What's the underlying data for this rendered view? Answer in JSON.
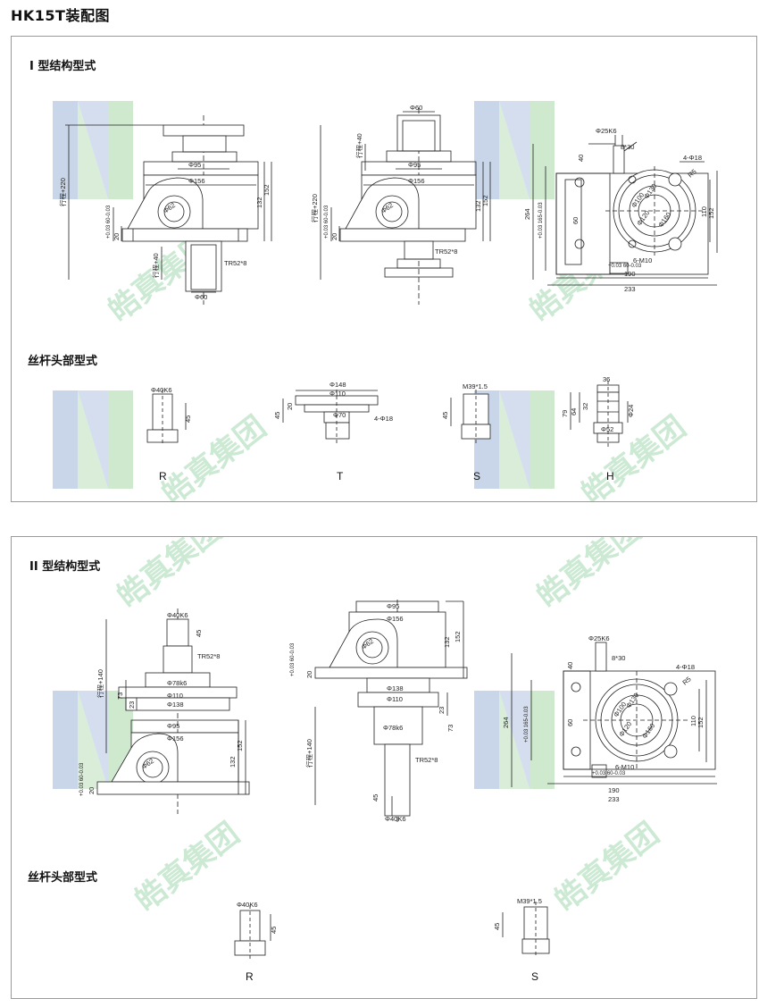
{
  "title": "HK15T装配图",
  "watermark": "皓真集团",
  "panel1": {
    "heading": "I 型结构型式",
    "head_heading": "丝杆头部型式",
    "head_labels": [
      "R",
      "T",
      "S",
      "H"
    ],
    "view1": {
      "d1": "Φ95",
      "d2": "Φ156",
      "d3": "Φ62",
      "d4": "Φ60",
      "stroke": "行程+220",
      "stroke2": "行程+40",
      "h1": "132",
      "h2": "152",
      "tol": "+0.03 60-0.03",
      "h3": "20",
      "thread": "TR52*8"
    },
    "view2": {
      "d0": "Φ60",
      "d1": "Φ95",
      "d2": "Φ156",
      "d3": "Φ62",
      "stroke": "行程+220",
      "stroke2": "行程+40",
      "h1": "132",
      "h2": "152",
      "tol": "+0.03 60-0.03",
      "h3": "20",
      "thread": "TR52*8"
    },
    "view3": {
      "shaft": "Φ25K6",
      "key": "8*30",
      "h40": "40",
      "h264": "264",
      "tol": "+0.03 165-0.03",
      "h60": "60",
      "d100": "Φ100",
      "d130": "Φ130",
      "d120": "Φ120",
      "d160": "Φ160",
      "holes": "4-Φ18",
      "r": "R5",
      "h110": "110",
      "h152": "152",
      "tap": "6-M10",
      "tol2": "+0.03 60-0.03",
      "w190": "190",
      "w233": "233"
    },
    "headR": {
      "d": "Φ40K6",
      "h": "45"
    },
    "headT": {
      "d1": "Φ148",
      "d2": "Φ110",
      "d3": "Φ70",
      "h45": "45",
      "h20": "20",
      "holes": "4-Φ18"
    },
    "headS": {
      "thread": "M39*1.5",
      "h": "45"
    },
    "headH": {
      "w": "36",
      "h79": "79",
      "h64": "64",
      "h32": "32",
      "d24": "Φ24",
      "d52": "Φ52"
    }
  },
  "panel2": {
    "heading": "II 型结构型式",
    "head_heading": "丝杆头部型式",
    "head_labels": [
      "R",
      "S"
    ],
    "view1": {
      "d0": "Φ40K6",
      "h45": "45",
      "thread": "TR52*8",
      "stroke": "行程+140",
      "d78": "Φ78k6",
      "h73": "73",
      "h23": "23",
      "d110": "Φ110",
      "d138": "Φ138",
      "d95": "Φ95",
      "d156": "Φ156",
      "d62": "Φ62",
      "h132": "132",
      "h152": "152",
      "tol": "+0.03 60-0.03",
      "h20": "20"
    },
    "view2": {
      "d95": "Φ95",
      "d156": "Φ156",
      "d62": "Φ62",
      "h132": "132",
      "h152": "152",
      "tol": "+0.03 60-0.03",
      "h20": "20",
      "d138": "Φ138",
      "d110": "Φ110",
      "h23": "23",
      "h73": "73",
      "d78": "Φ78k6",
      "stroke": "行程+140",
      "thread": "TR52*8",
      "h45": "45",
      "d40": "Φ40K6"
    },
    "view3": {
      "shaft": "Φ25K6",
      "key": "8*30",
      "h40": "40",
      "holes": "4-Φ18",
      "r": "R5",
      "h264": "264",
      "tol": "+0.03 165-0.03",
      "h60": "60",
      "d100": "Φ100",
      "d130": "Φ130",
      "d120": "Φ120",
      "d160": "Φ160",
      "h110": "110",
      "h152": "152",
      "tol2": "+0.03 60-0.03",
      "tap": "6-M10",
      "w190": "190",
      "w233": "233"
    },
    "headR": {
      "d": "Φ40K6",
      "h": "45"
    },
    "headS": {
      "thread": "M39*1.5",
      "h": "45"
    }
  }
}
